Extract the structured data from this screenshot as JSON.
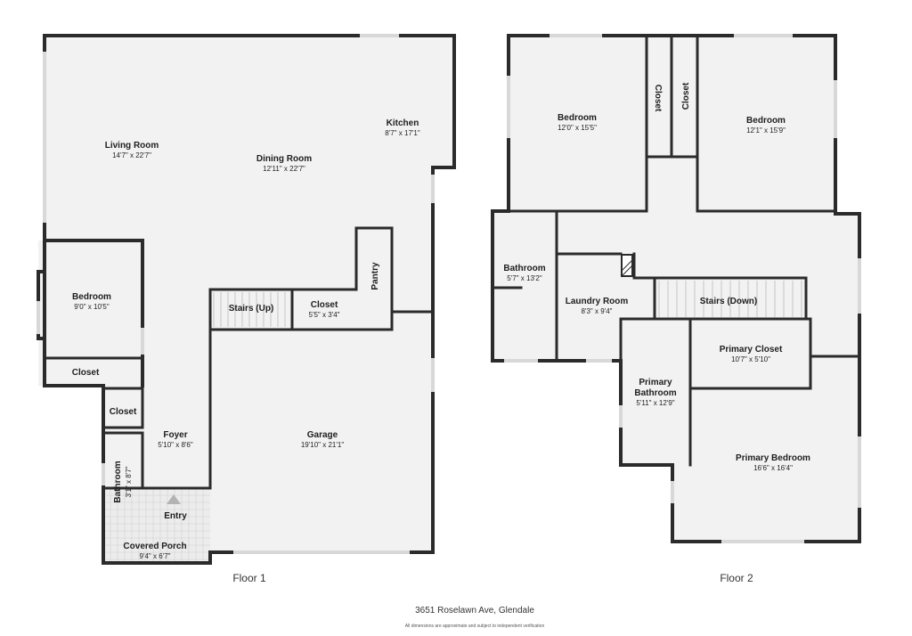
{
  "floors": [
    {
      "label": "Floor 1",
      "rooms": [
        {
          "name": "Living Room",
          "dims": "14'7\" x 22'7\""
        },
        {
          "name": "Dining Room",
          "dims": "12'11\" x 22'7\""
        },
        {
          "name": "Kitchen",
          "dims": "8'7\" x 17'1\""
        },
        {
          "name": "Bedroom",
          "dims": "9'0\" x 10'5\""
        },
        {
          "name": "Closet",
          "dims": ""
        },
        {
          "name": "Stairs (Up)",
          "dims": ""
        },
        {
          "name": "Closet",
          "dims": "5'5\" x 3'4\""
        },
        {
          "name": "Pantry",
          "dims": ""
        },
        {
          "name": "Closet",
          "dims": ""
        },
        {
          "name": "Foyer",
          "dims": "5'10\" x 8'6\""
        },
        {
          "name": "Garage",
          "dims": "19'10\" x 21'1\""
        },
        {
          "name": "Bathroom",
          "dims": "3'1\" x 8'7\""
        },
        {
          "name": "Entry",
          "dims": ""
        },
        {
          "name": "Covered Porch",
          "dims": "9'4\" x 6'7\""
        }
      ]
    },
    {
      "label": "Floor 2",
      "rooms": [
        {
          "name": "Bedroom",
          "dims": "12'0\" x 15'5\""
        },
        {
          "name": "Closet",
          "dims": ""
        },
        {
          "name": "Closet",
          "dims": ""
        },
        {
          "name": "Bedroom",
          "dims": "12'1\" x 15'9\""
        },
        {
          "name": "Bathroom",
          "dims": "5'7\" x 13'2\""
        },
        {
          "name": "Laundry Room",
          "dims": "8'3\" x 9'4\""
        },
        {
          "name": "Stairs (Down)",
          "dims": ""
        },
        {
          "name": "Primary Closet",
          "dims": "10'7\" x 5'10\""
        },
        {
          "name": "Primary",
          "dims": ""
        },
        {
          "name": "Bathroom",
          "dims": "5'11\" x 12'9\""
        },
        {
          "name": "Primary Bedroom",
          "dims": "16'6\" x 16'4\""
        }
      ]
    }
  ],
  "address": "3651 Roselawn Ave, Glendale",
  "disclaimer": "All dimensions are approximate and subject to independent verification"
}
